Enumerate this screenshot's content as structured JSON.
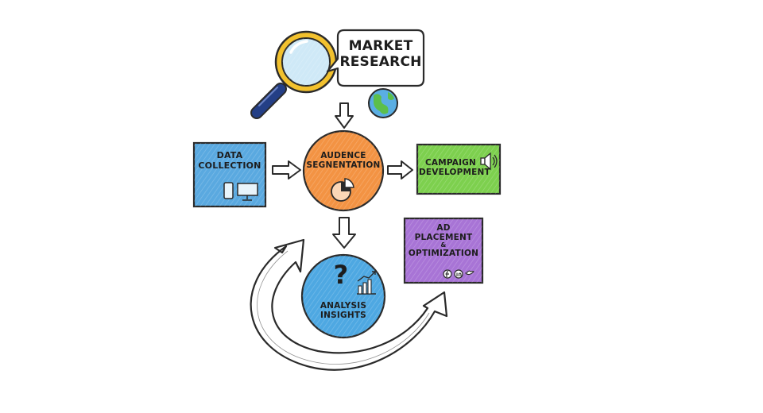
{
  "diagram": {
    "market_research": {
      "line1": "MARKET",
      "line2": "RESEARCH"
    },
    "data_collection": {
      "line1": "DATA",
      "line2": "COLLECTION"
    },
    "audience_segmentation": {
      "line1": "AUDENCE",
      "line2": "SEGNENTATION"
    },
    "campaign_development": {
      "line1": "CAMPAIGN",
      "line2": "DEVELOPMENT"
    },
    "ad_placement": {
      "line1": "AD",
      "line2": "PLACEMENT",
      "line3": "&",
      "line4": "OPTIMIZATION"
    },
    "analysis_insights": {
      "line1": "ANALYSIS",
      "line2": "INSIGHTS",
      "symbol": "?"
    }
  },
  "colors": {
    "data_collection": "#5aa9e0",
    "audience_segmentation": "#f39343",
    "campaign_development": "#7dd04e",
    "ad_placement": "#a874d6",
    "analysis_insights": "#4ea8e2",
    "magnifier_handle": "#243f86",
    "magnifier_rim": "#f2c12e",
    "outline": "#2a2a2a"
  },
  "icons": [
    "magnifier-icon",
    "globe-icon",
    "phone-icon",
    "monitor-icon",
    "speaker-icon",
    "pie-chart-icon",
    "bar-chart-icon",
    "facebook-icon",
    "linkedin-icon",
    "twitter-icon"
  ]
}
